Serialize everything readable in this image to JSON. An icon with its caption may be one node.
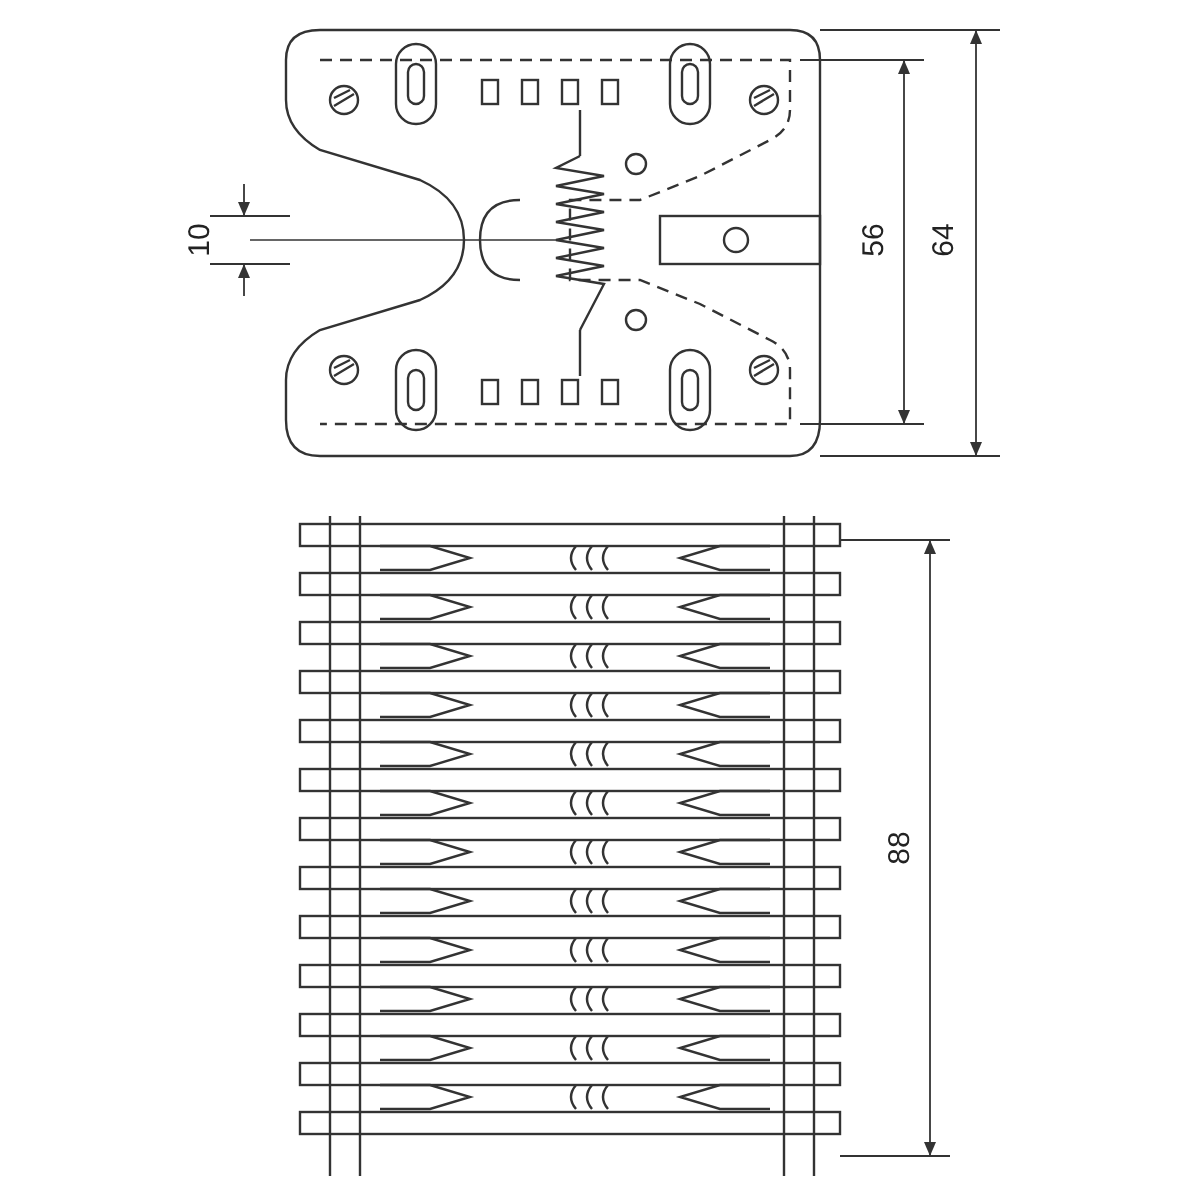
{
  "diagram": {
    "labels": [
      "10",
      "56",
      "64",
      "88"
    ]
  }
}
